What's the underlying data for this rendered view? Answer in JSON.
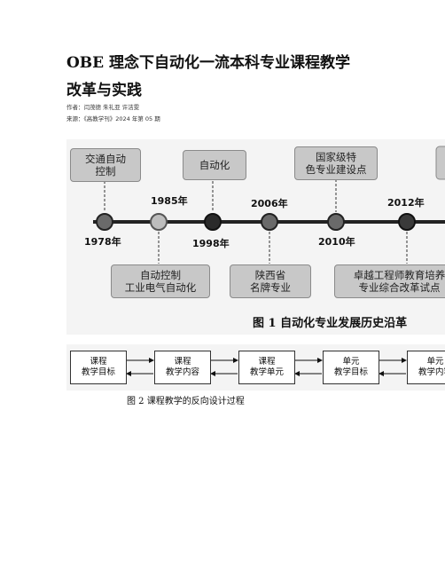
{
  "article": {
    "title_line1": "OBE 理念下自动化一流本科专业课程教学",
    "title_line2": "改革与实践",
    "authors": "作者：闫茂德 朱礼亚 许洁雯",
    "source": "来源：《高教学刊》2024 年第 05 期"
  },
  "figure1": {
    "caption": "图 1    自动化专业发展历史沿革",
    "timeline": [
      {
        "year": "1978年",
        "event": "交通自动\n控制"
      },
      {
        "year": "1985年",
        "event": "自动控制\n工业电气自动化"
      },
      {
        "year": "1998年",
        "event": "自动化"
      },
      {
        "year": "2006年",
        "event": "陕西省\n名牌专业"
      },
      {
        "year": "2010年",
        "event": "国家级特\n色专业建设点"
      },
      {
        "year": "2012年",
        "event": "卓越工程师教育培养\n专业综合改革试点"
      }
    ]
  },
  "figure2": {
    "caption": "图 2    课程教学的反向设计过程",
    "steps": [
      "课程\n教学目标",
      "课程\n教学内容",
      "课程\n教学单元",
      "单元\n教学目标",
      "单元\n教学内容"
    ]
  }
}
